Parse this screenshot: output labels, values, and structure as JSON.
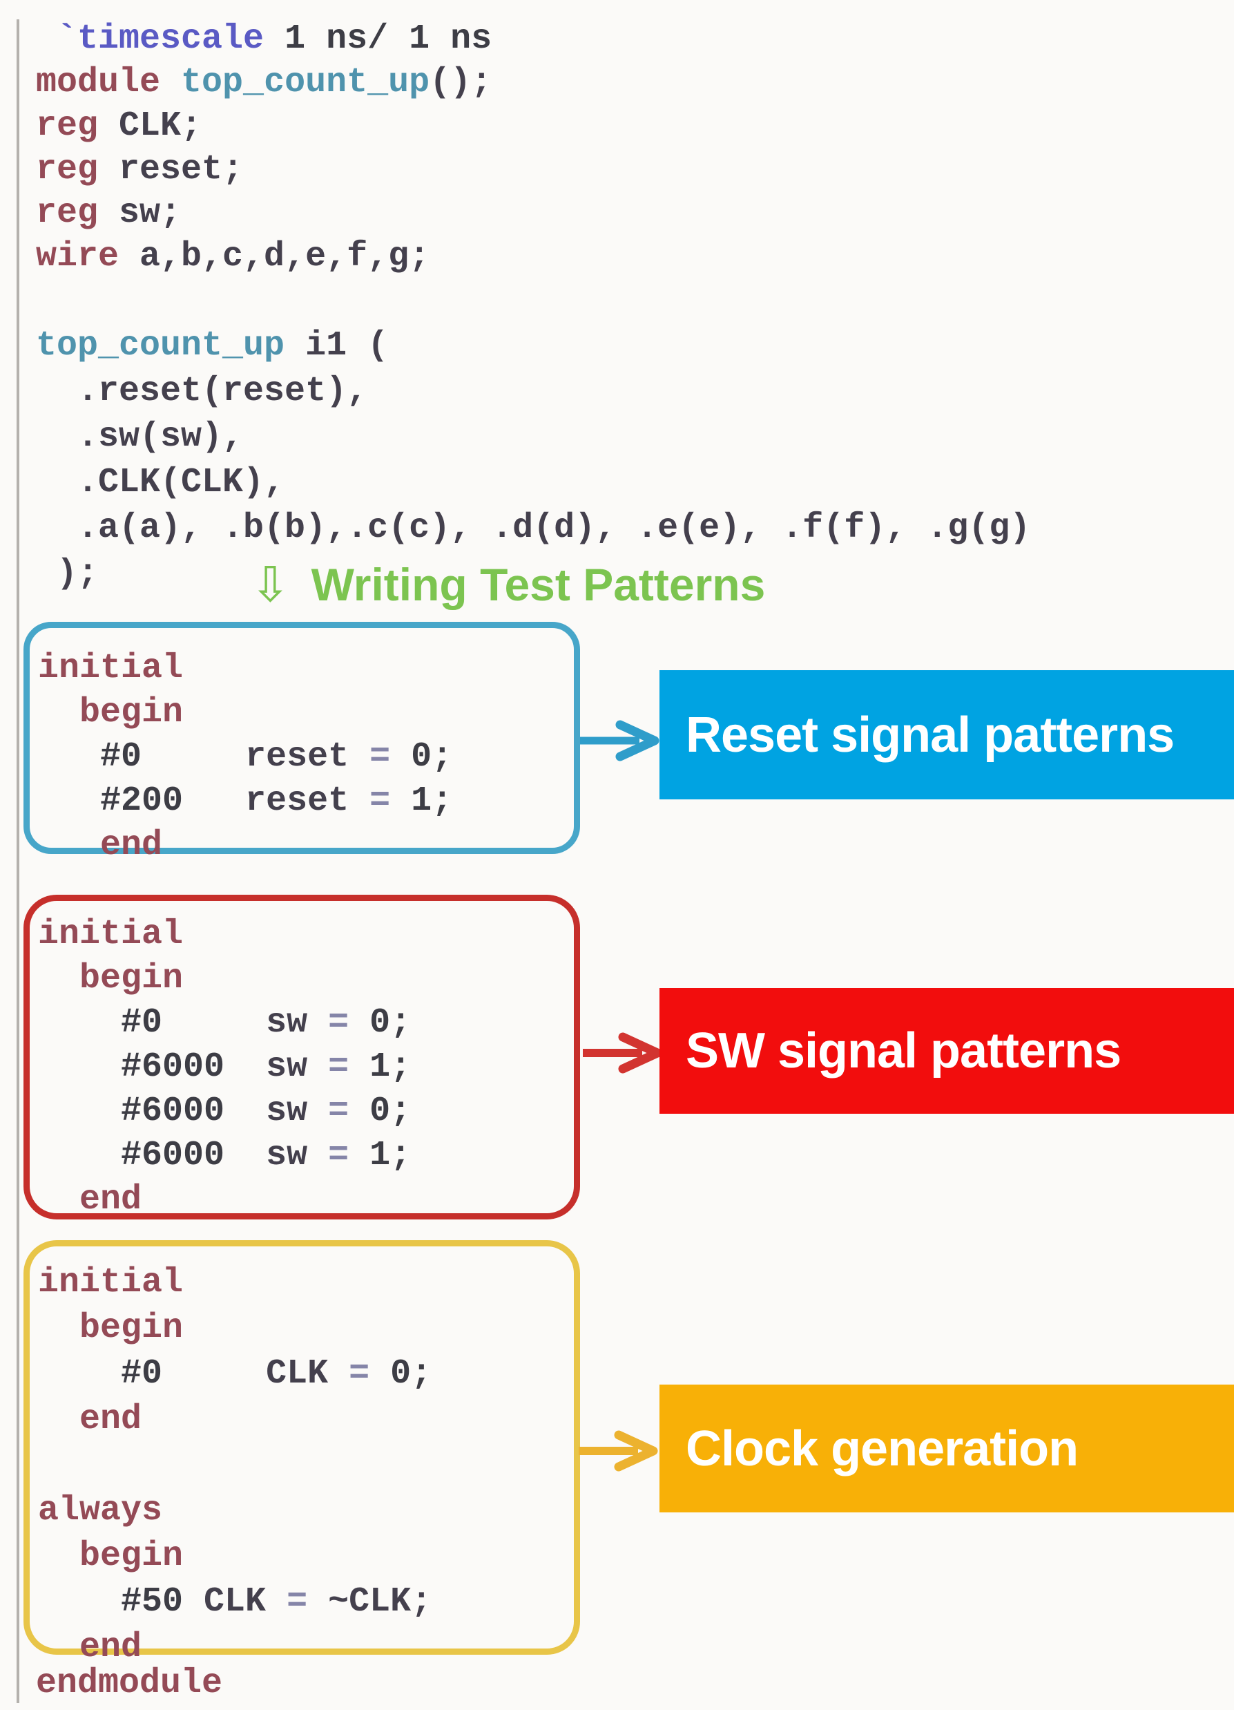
{
  "heading": {
    "arrow_glyph": "⇩",
    "text": "Writing Test Patterns",
    "color": "#7cc450"
  },
  "callouts": [
    {
      "label": "Reset signal patterns",
      "bg": "#00a3e2",
      "arrow_color": "#2f9dca",
      "box_border": "#47a6c9"
    },
    {
      "label": "SW signal patterns",
      "bg": "#f20d0d",
      "arrow_color": "#d23430",
      "box_border": "#c62f2b"
    },
    {
      "label": "Clock generation",
      "bg": "#f8b007",
      "arrow_color": "#ecb22f",
      "box_border": "#e8c548"
    }
  ],
  "code": {
    "blocks": {
      "declarations": {
        "lines": [
          [
            [
              "id",
              " "
            ],
            [
              "pre",
              "`timescale"
            ],
            [
              "num",
              " 1 ns/ 1 ns"
            ]
          ],
          [
            [
              "kw",
              "module "
            ],
            [
              "typ",
              "top_count_up"
            ],
            [
              "id",
              "();"
            ]
          ],
          [
            [
              "kw",
              "reg "
            ],
            [
              "id",
              "CLK;"
            ]
          ],
          [
            [
              "kw",
              "reg "
            ],
            [
              "id",
              "reset;"
            ]
          ],
          [
            [
              "kw",
              "reg "
            ],
            [
              "id",
              "sw;"
            ]
          ],
          [
            [
              "kw",
              "wire "
            ],
            [
              "id",
              "a,b,c,d,e,f,g;"
            ]
          ]
        ]
      },
      "instantiation": {
        "lines": [
          [
            [
              "typ",
              "top_count_up"
            ],
            [
              "id",
              " i1 ("
            ]
          ],
          [
            [
              "id",
              "  .reset(reset),"
            ]
          ],
          [
            [
              "id",
              "  .sw(sw),"
            ]
          ],
          [
            [
              "id",
              "  .CLK(CLK),"
            ]
          ],
          [
            [
              "id",
              "  .a(a), .b(b),.c(c), .d(d), .e(e), .f(f), .g(g)"
            ]
          ],
          [
            [
              "id",
              " );"
            ]
          ]
        ]
      },
      "reset_block": {
        "lines": [
          [
            [
              "kw",
              "initial"
            ]
          ],
          [
            [
              "kw",
              "  begin"
            ]
          ],
          [
            [
              "num",
              "   #0     "
            ],
            [
              "id",
              "reset "
            ],
            [
              "op",
              "= "
            ],
            [
              "num",
              "0;"
            ]
          ],
          [
            [
              "num",
              "   #200   "
            ],
            [
              "id",
              "reset "
            ],
            [
              "op",
              "= "
            ],
            [
              "num",
              "1;"
            ]
          ],
          [
            [
              "kw",
              "   end"
            ]
          ]
        ]
      },
      "sw_block": {
        "lines": [
          [
            [
              "kw",
              "initial"
            ]
          ],
          [
            [
              "kw",
              "  begin"
            ]
          ],
          [
            [
              "num",
              "    #0     "
            ],
            [
              "id",
              "sw "
            ],
            [
              "op",
              "= "
            ],
            [
              "num",
              "0;"
            ]
          ],
          [
            [
              "num",
              "    #6000  "
            ],
            [
              "id",
              "sw "
            ],
            [
              "op",
              "= "
            ],
            [
              "num",
              "1;"
            ]
          ],
          [
            [
              "num",
              "    #6000  "
            ],
            [
              "id",
              "sw "
            ],
            [
              "op",
              "= "
            ],
            [
              "num",
              "0;"
            ]
          ],
          [
            [
              "num",
              "    #6000  "
            ],
            [
              "id",
              "sw "
            ],
            [
              "op",
              "= "
            ],
            [
              "num",
              "1;"
            ]
          ],
          [
            [
              "kw",
              "  end"
            ]
          ]
        ]
      },
      "clock_block": {
        "lines": [
          [
            [
              "kw",
              "initial"
            ]
          ],
          [
            [
              "kw",
              "  begin"
            ]
          ],
          [
            [
              "num",
              "    #0     "
            ],
            [
              "id",
              "CLK "
            ],
            [
              "op",
              "= "
            ],
            [
              "num",
              "0;"
            ]
          ],
          [
            [
              "kw",
              "  end"
            ]
          ],
          [],
          [
            [
              "kw",
              "always"
            ]
          ],
          [
            [
              "kw",
              "  begin"
            ]
          ],
          [
            [
              "num",
              "    #50 "
            ],
            [
              "id",
              "CLK "
            ],
            [
              "op",
              "= "
            ],
            [
              "id",
              "~CLK;"
            ]
          ],
          [
            [
              "kw",
              "  end"
            ]
          ]
        ]
      },
      "endmodule_block": {
        "lines": [
          [
            [
              "kw",
              "endmodule"
            ]
          ]
        ]
      }
    }
  }
}
